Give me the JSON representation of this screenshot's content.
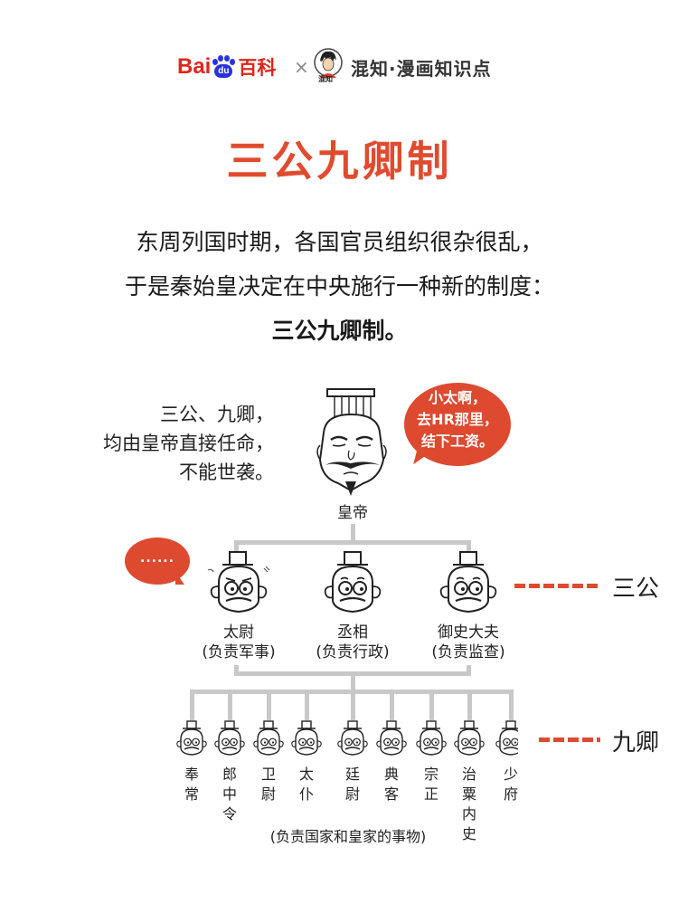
{
  "header": {
    "baidu_text_left": "Bai",
    "baidu_text_du": "du",
    "baidu_baike": "百科",
    "times": "×",
    "partner_avatar_text": "混知",
    "partner_name": "混知·漫画知识点"
  },
  "title": "三公九卿制",
  "intro": {
    "line1": "东周列国时期，各国官员组织很杂很乱，",
    "line2": "于是秦始皇决定在中央施行一种新的制度：",
    "line3": "三公九卿制。"
  },
  "note": {
    "line1": "三公、九卿，",
    "line2": "均由皇帝直接任命，",
    "line3": "不能世袭。"
  },
  "emperor": {
    "label": "皇帝",
    "bubble": [
      "小太啊，",
      "去HR那里，",
      "结下工资。"
    ]
  },
  "taiwei_bubble": "......",
  "colors": {
    "accent": "#dd4a30",
    "connector": "#c8c8c8",
    "text": "#222222"
  },
  "three_lords": {
    "tier_label": "三公",
    "items": [
      {
        "name": "太尉",
        "duty": "(负责军事)"
      },
      {
        "name": "丞相",
        "duty": "(负责行政)"
      },
      {
        "name": "御史大夫",
        "duty": "(负责监查)"
      }
    ]
  },
  "nine_ministers": {
    "tier_label": "九卿",
    "items": [
      {
        "name": "奉常"
      },
      {
        "name": "郎中令"
      },
      {
        "name": "卫尉"
      },
      {
        "name": "太仆"
      },
      {
        "name": "廷尉"
      },
      {
        "name": "典客"
      },
      {
        "name": "宗正"
      },
      {
        "name": "治粟内史"
      },
      {
        "name": "少府"
      }
    ],
    "duty": "(负责国家和皇家的事物)"
  }
}
